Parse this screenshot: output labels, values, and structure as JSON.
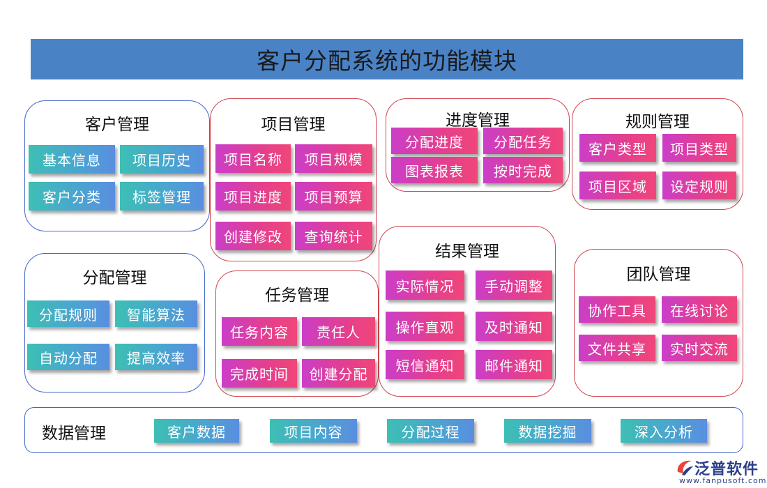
{
  "title": "客户分配系统的功能模块",
  "customer": {
    "title": "客户管理",
    "items": [
      "基本信息",
      "项目历史",
      "客户分类",
      "标签管理"
    ]
  },
  "project": {
    "title": "项目管理",
    "items": [
      "项目名称",
      "项目规模",
      "项目进度",
      "项目预算",
      "创建修改",
      "查询统计"
    ]
  },
  "progress": {
    "title": "进度管理",
    "items": [
      "分配进度",
      "分配任务",
      "图表报表",
      "按时完成"
    ]
  },
  "rules": {
    "title": "规则管理",
    "items": [
      "客户类型",
      "项目类型",
      "项目区域",
      "设定规则"
    ]
  },
  "allocation": {
    "title": "分配管理",
    "items": [
      "分配规则",
      "智能算法",
      "自动分配",
      "提高效率"
    ]
  },
  "task": {
    "title": "任务管理",
    "items": [
      "任务内容",
      "责任人",
      "完成时间",
      "创建分配"
    ]
  },
  "result": {
    "title": "结果管理",
    "items": [
      "实际情况",
      "手动调整",
      "操作直观",
      "及时通知",
      "短信通知",
      "邮件通知"
    ]
  },
  "team": {
    "title": "团队管理",
    "items": [
      "协作工具",
      "在线讨论",
      "文件共享",
      "实时交流"
    ]
  },
  "data": {
    "title": "数据管理",
    "items": [
      "客户数据",
      "项目内容",
      "分配过程",
      "数据挖掘",
      "深入分析"
    ]
  },
  "logo": {
    "name": "泛普软件",
    "url": "www.fanpusoft.com",
    "icon": "fanpu-logo-icon"
  },
  "colors": {
    "title_bar": "#4a82c6",
    "blue_border": "#3f66c8",
    "red_border": "#d0454d",
    "teal": "#3dbfb4",
    "pink": "#e43f8e"
  }
}
